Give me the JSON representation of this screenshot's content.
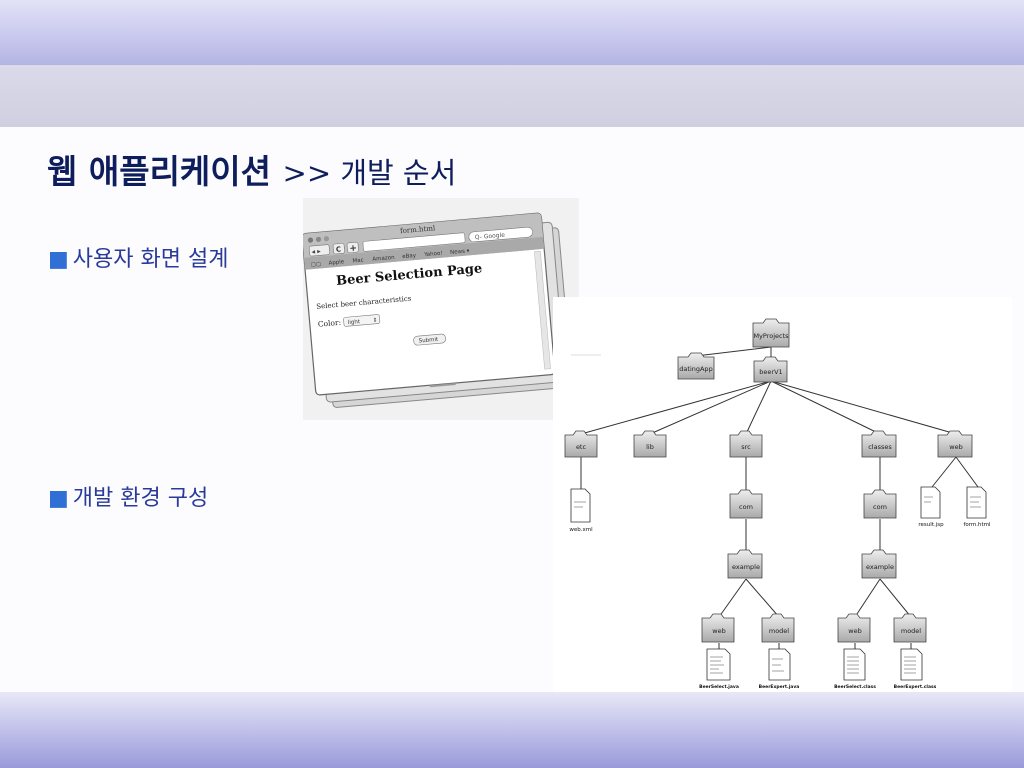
{
  "slide": {
    "title_main": "웹 애플리케이션",
    "title_sub": ">> 개발 순서"
  },
  "bullets": [
    {
      "marker": "■",
      "text": "사용자 화면 설계"
    },
    {
      "marker": "■",
      "text": "개발 환경 구성"
    }
  ],
  "browser_mock": {
    "window_title": "form.html",
    "search_placeholder": "Q- Google",
    "bookmarks": [
      "Apple",
      "Mac",
      "Amazon",
      "eBay",
      "Yahoo!",
      "News ▾"
    ],
    "heading": "Beer Selection Page",
    "description": "Select beer characteristics",
    "color_label": "Color:",
    "color_value": "light",
    "submit_label": "Submit"
  },
  "tree": {
    "root": "MyProjects",
    "sibling": "datingApp",
    "project": "beerV1",
    "etc": "etc",
    "lib": "lib",
    "src": "src",
    "classes": "classes",
    "web": "web",
    "src_com": "com",
    "classes_com": "com",
    "src_example": "example",
    "classes_example": "example",
    "src_web": "web",
    "src_model": "model",
    "classes_web": "web",
    "classes_model": "model",
    "web_xml": "web.xml",
    "result_jsp": "result.jsp",
    "form_html": "form.html",
    "beer_select_java": "BeerSelect.java",
    "beer_expert_java": "BeerExpert.java",
    "beer_select_class": "BeerSelect.class",
    "beer_expert_class": "BeerExpert.class"
  }
}
